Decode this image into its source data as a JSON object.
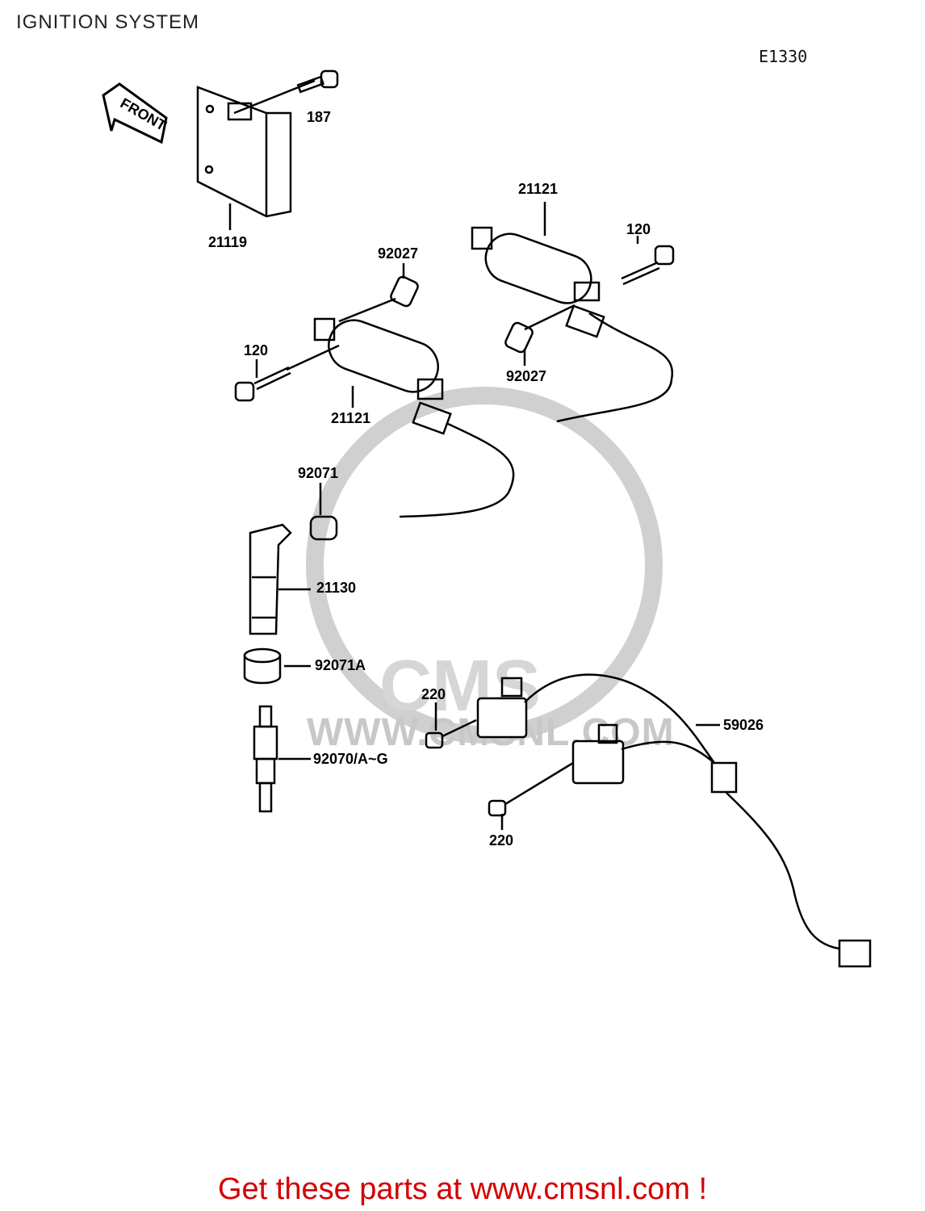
{
  "header": {
    "title": "IGNITION SYSTEM",
    "diagram_code": "E1330"
  },
  "watermark": {
    "text": "WWW.CMSNL.COM",
    "logo_text": "CMS"
  },
  "front_arrow": {
    "label": "FRONT"
  },
  "parts": {
    "p187": "187",
    "p21119": "21119",
    "p21121_top": "21121",
    "p120_right": "120",
    "p92027_left": "92027",
    "p92027_right": "92027",
    "p120_left": "120",
    "p21121_bottom": "21121",
    "p92071": "92071",
    "p21130": "21130",
    "p92071A": "92071A",
    "p220_top": "220",
    "p59026": "59026",
    "p92070": "92070/A~G",
    "p220_bottom": "220"
  },
  "footer": {
    "text": "Get these parts at www.cmsnl.com !"
  },
  "colors": {
    "footer": "#d40000",
    "watermark": "#c8c8c8",
    "line": "#000000"
  }
}
